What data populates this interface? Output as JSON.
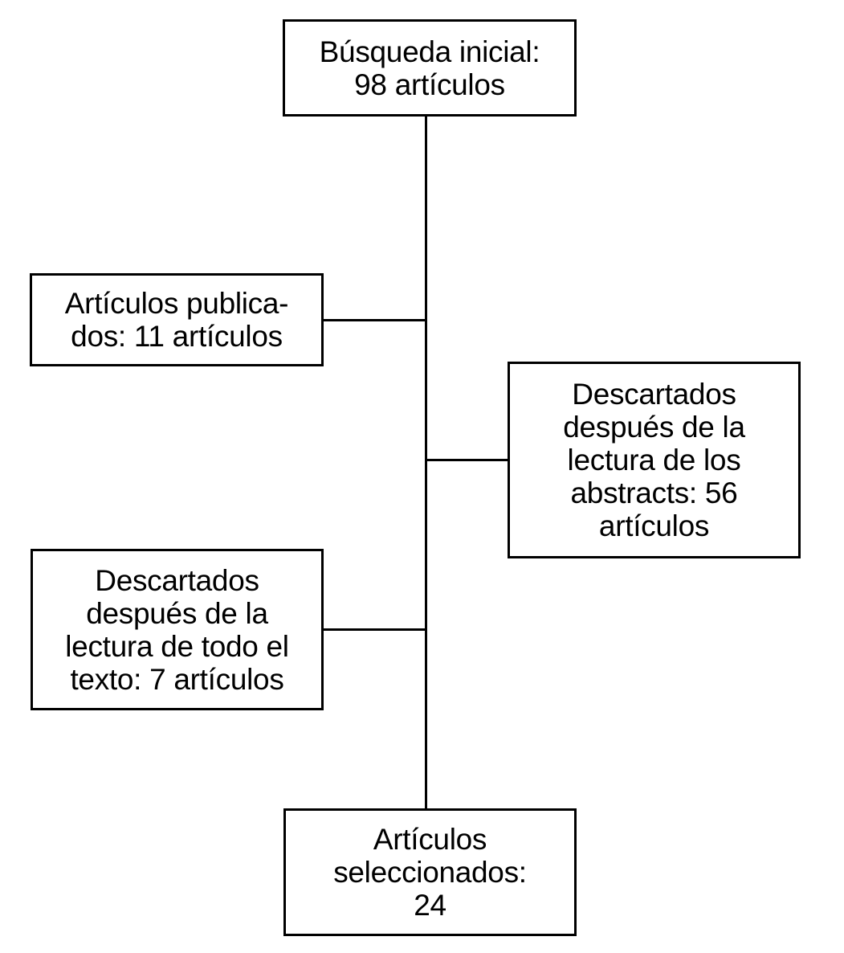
{
  "diagram": {
    "type": "flowchart",
    "language": "es",
    "colors": {
      "background": "#ffffff",
      "border": "#000000",
      "text": "#000000",
      "line": "#000000"
    },
    "nodes": {
      "initial_search": {
        "text": "Búsqueda inicial:\n98 artículos",
        "count": 98
      },
      "published": {
        "text": "Artículos publica-\ndos: 11 artículos",
        "count": 11
      },
      "discarded_abstracts": {
        "text": "Descartados\ndespués de la\nlectura de los\nabstracts: 56\nartículos",
        "count": 56
      },
      "discarded_fulltext": {
        "text": "Descartados\ndespués de la\nlectura de todo el\ntexto: 7 artículos",
        "count": 7
      },
      "selected": {
        "text": "Artículos\nseleccionados:\n24",
        "count": 24
      }
    },
    "edges": [
      {
        "from": "initial_search",
        "to": "selected",
        "style": "vertical-spine"
      },
      {
        "from": "spine",
        "to": "published",
        "style": "horizontal-branch-left"
      },
      {
        "from": "spine",
        "to": "discarded_abstracts",
        "style": "horizontal-branch-right"
      },
      {
        "from": "spine",
        "to": "discarded_fulltext",
        "style": "horizontal-branch-left"
      }
    ]
  }
}
